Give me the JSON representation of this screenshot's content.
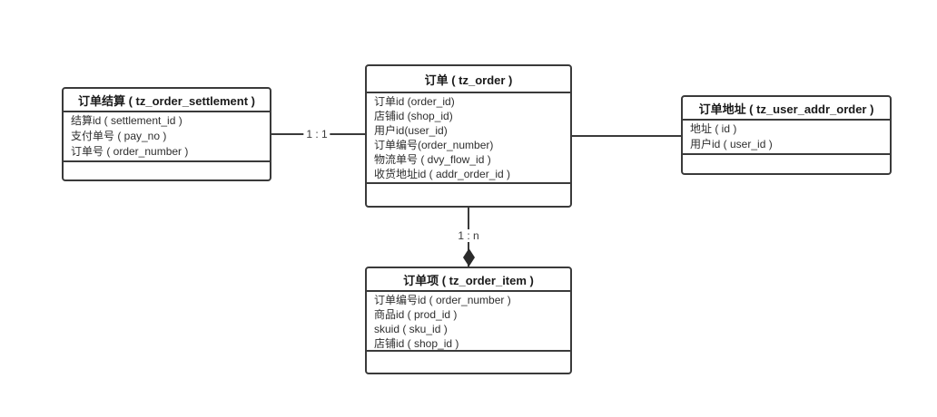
{
  "diagram": {
    "type": "er-diagram",
    "colors": {
      "background": "#ffffff",
      "stroke": "#3a3a3a",
      "text": "#2e2e2e"
    },
    "entities": [
      {
        "name": "tz_order_settlement",
        "title": "订单结算 ( tz_order_settlement )",
        "fields": [
          "结算id ( settlement_id )",
          "支付单号 ( pay_no )",
          "订单号 ( order_number )"
        ]
      },
      {
        "name": "tz_order",
        "title": "订单 ( tz_order )",
        "fields": [
          "订单id (order_id)",
          "店铺id (shop_id)",
          "用户id(user_id)",
          "订单编号(order_number)",
          "物流单号 ( dvy_flow_id )",
          "收货地址id ( addr_order_id )"
        ]
      },
      {
        "name": "tz_user_addr_order",
        "title": "订单地址 ( tz_user_addr_order )",
        "fields": [
          "地址 ( id )",
          "用户id ( user_id )"
        ]
      },
      {
        "name": "tz_order_item",
        "title": "订单项 ( tz_order_item )",
        "fields": [
          "订单编号id ( order_number )",
          "商品id ( prod_id )",
          "skuid ( sku_id )",
          "店铺id ( shop_id )"
        ]
      }
    ],
    "relations": [
      {
        "from": "tz_order_settlement",
        "to": "tz_order",
        "label": "1 : 1",
        "marker": "none"
      },
      {
        "from": "tz_order",
        "to": "tz_user_addr_order",
        "label": "",
        "marker": "none"
      },
      {
        "from": "tz_order",
        "to": "tz_order_item",
        "label": "1 : n",
        "marker": "filled-diamond"
      }
    ]
  }
}
